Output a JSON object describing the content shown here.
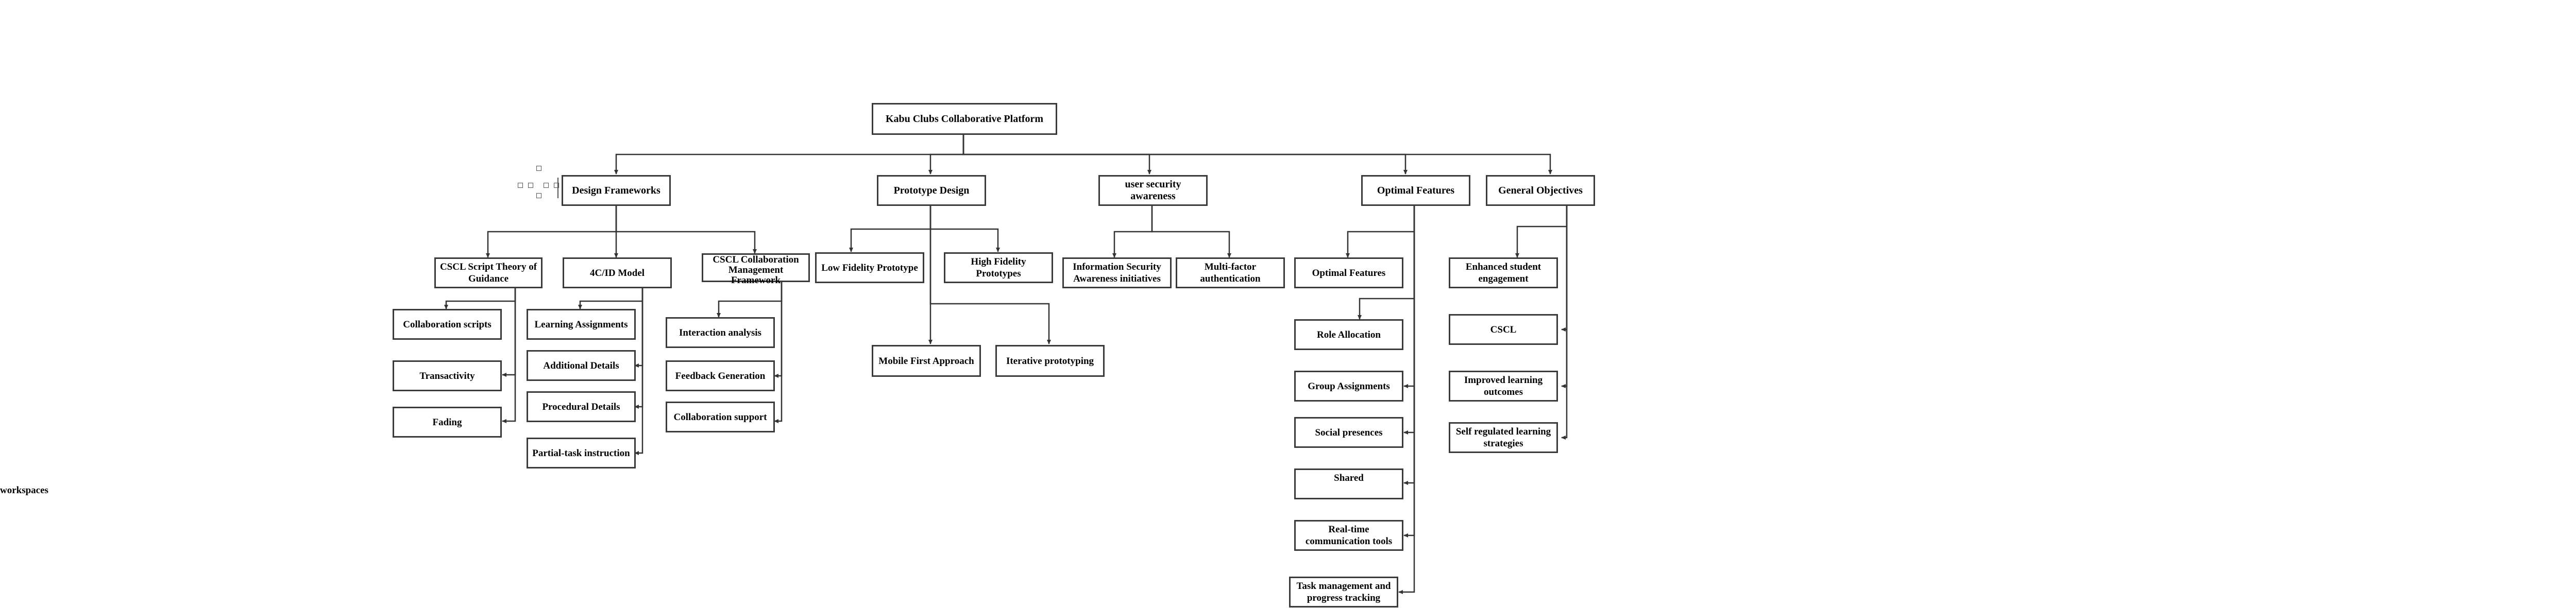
{
  "diagram": {
    "root": "Kabu Clubs Collaborative Platform",
    "branches": {
      "design": "Design Frameworks",
      "prototype": "Prototype Design",
      "security": "user security awareness",
      "optimal": "Optimal Features",
      "general": "General Objectives"
    },
    "design": {
      "cscl_script": "CSCL Script Theory of Guidance",
      "fourcid": "4C/ID Model",
      "cscl_collab": "CSCL Collaboration Management Framework",
      "cscl_script_items": [
        "Collaboration scripts",
        "Transactivity",
        "Fading"
      ],
      "fourcid_items": [
        "Learning Assignments",
        "Additional Details",
        "Procedural Details",
        "Partial-task instruction"
      ],
      "cscl_collab_items": [
        "Interaction analysis",
        "Feedback Generation",
        "Collaboration support"
      ]
    },
    "prototype": {
      "low": "Low Fidelity Prototype",
      "high": "High Fidelity Prototypes",
      "mobile": "Mobile First Approach",
      "iterative": "Iterative prototyping"
    },
    "security": {
      "info": "Information Security Awareness initiatives",
      "mfa": "Multi-factor authentication"
    },
    "optimal": {
      "items": [
        "Optimal Features",
        "Role Allocation",
        "Group Assignments",
        "Social presences",
        "Shared",
        "Real-time communication tools",
        "Task management and progress tracking"
      ]
    },
    "general": {
      "items": [
        "Enhanced student engagement",
        "CSCL",
        "Improved learning outcomes",
        "Self regulated learning strategies"
      ]
    },
    "stray_text": "workspaces"
  }
}
